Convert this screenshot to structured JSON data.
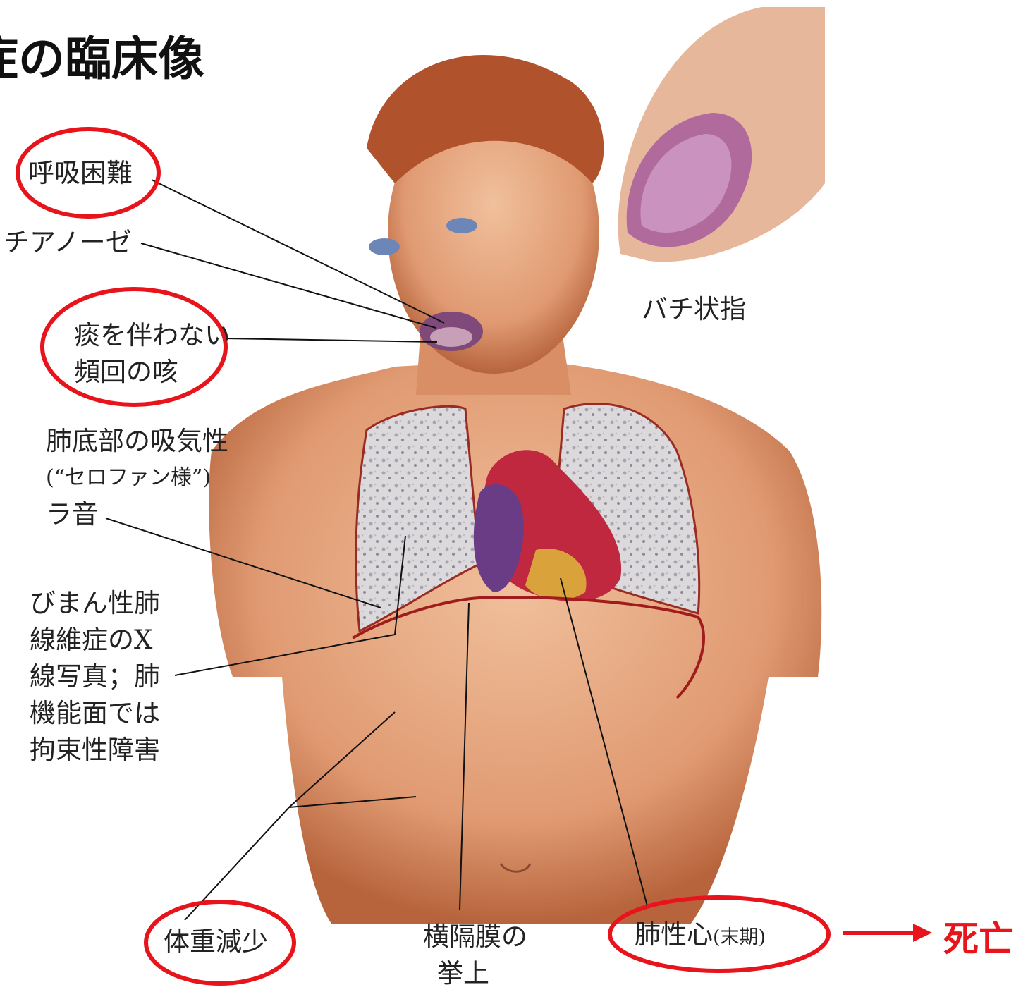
{
  "title": "症の臨床像",
  "labels": {
    "dyspnea": "呼吸困難",
    "cyanosis": "チアノーゼ",
    "cough_1": "痰を伴わない",
    "cough_2": "頻回の咳",
    "rales_1": "肺底部の吸気性",
    "rales_2": "(“セロファン様”)",
    "rales_3": "ラ音",
    "fibrosis_1": "びまん性肺",
    "fibrosis_2": "線維症のX",
    "fibrosis_3": "線写真；肺",
    "fibrosis_4": "機能面では",
    "fibrosis_5": "拘束性障害",
    "clubbing": "バチ状指",
    "weight_loss": "体重減少",
    "diaphragm_1": "横隔膜の",
    "diaphragm_2": "挙上",
    "cor_pulmonale": "肺性心",
    "cor_pulmonale_stage": "(末期)",
    "death": "死亡"
  },
  "colors": {
    "highlight_red": "#e8141b",
    "skin": "#e7a57f",
    "lung": "#d9d6d9",
    "heart": "#c0283f"
  }
}
